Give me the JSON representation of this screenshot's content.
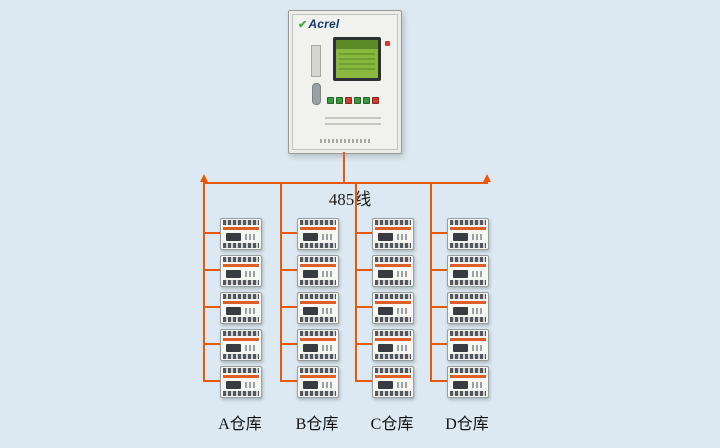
{
  "cabinet": {
    "brand": "Acrel",
    "buttons": [
      "#3a9a3a",
      "#3a9a3a",
      "#d23b2f",
      "#3a9a3a",
      "#3a9a3a",
      "#d23b2f"
    ],
    "indicator_color": "#d23b2f",
    "lcd_color": "#8ab83f"
  },
  "bus": {
    "label": "485线",
    "wire_color": "#e8590c"
  },
  "columns": [
    {
      "label": "A仓库",
      "meter_count": 5
    },
    {
      "label": "B仓库",
      "meter_count": 5
    },
    {
      "label": "C仓库",
      "meter_count": 5
    },
    {
      "label": "D仓库",
      "meter_count": 5
    }
  ],
  "colors": {
    "background": "#dde9f2",
    "meter_stripe": "#dd5f27"
  }
}
